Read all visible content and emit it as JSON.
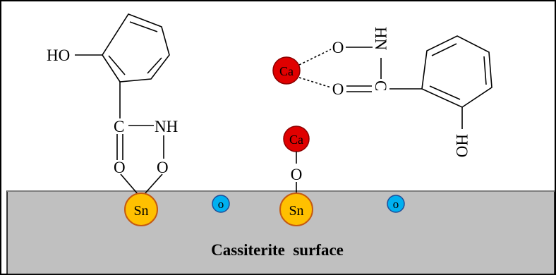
{
  "labels": {
    "ho_left": "HO",
    "c_left": "C",
    "nh_left": "NH",
    "o_left_carbonyl": "O",
    "o_left_hydroxyl": "O",
    "sn_left": "Sn",
    "o_surface_1": "o",
    "sn_middle": "Sn",
    "o_middle": "O",
    "ca_middle": "Ca",
    "o_surface_2": "o",
    "ca_top": "Ca",
    "o_top_1": "O",
    "hn_top": "HN",
    "o_top_2": "O",
    "c_top": "C",
    "ho_right": "HO",
    "surface": "Cassiterite  surface"
  },
  "colors": {
    "surface_fill": "#c0c0c0",
    "sn_fill": "#ffc000",
    "sn_stroke": "#c55a11",
    "ca_fill": "#e00000",
    "o_surface_fill": "#00b0f0",
    "o_surface_stroke": "#1f4e99",
    "line": "#000000"
  }
}
